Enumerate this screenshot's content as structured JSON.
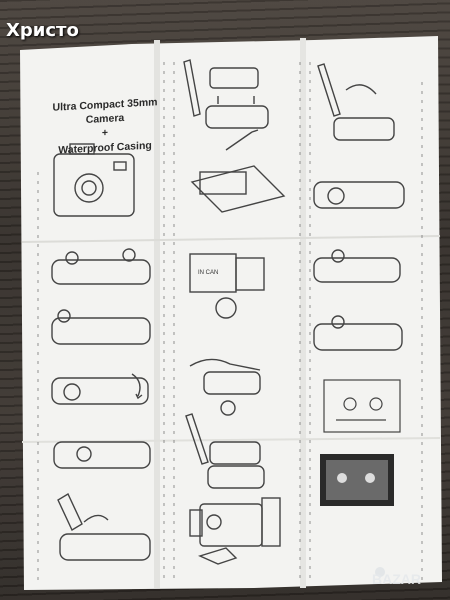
{
  "watermark": {
    "text": "Христо"
  },
  "manual": {
    "title_line1": "Ultra Compact 35mm Camera",
    "title_line2": "+",
    "title_line3": "Waterproof Casing",
    "film_label": "IN CAN"
  },
  "logo": {
    "text": "BAZAR"
  },
  "colors": {
    "paper": "#f4f4f2",
    "ink": "#3a3a3a",
    "background": "#3b3632",
    "watermark": "#ffffff"
  }
}
